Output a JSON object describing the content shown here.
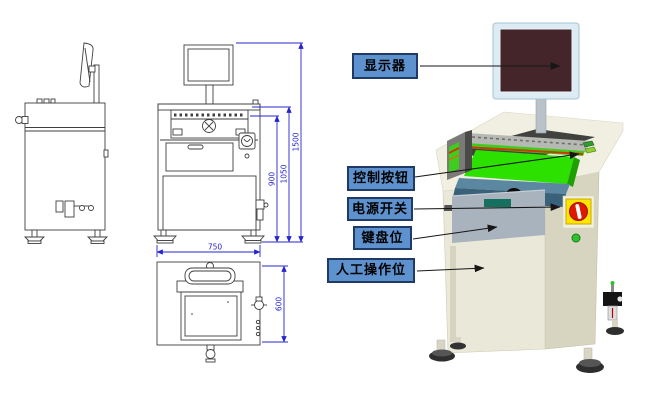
{
  "diagram": {
    "callouts": {
      "monitor": "显示器",
      "control_buttons": "控制按钮",
      "power_switch": "电源开关",
      "keyboard_position": "键盘位",
      "manual_operation_position": "人工操作位"
    },
    "dimensions_mm": {
      "overall_height": "1500",
      "conveyor_height": "1050",
      "table_height": "900",
      "width": "750",
      "depth": "600"
    },
    "colors": {
      "callout_fill": "#5e92cf",
      "callout_border": "#1f3a66",
      "dimension_line": "#2424cc",
      "drawing_line": "#3f3f3f",
      "machine_body": "#eae8d8",
      "conveyor_green": "#2ce000",
      "deck_teal": "#4a768e",
      "screen_maroon": "#44252a",
      "switch_yellow": "#ffe400",
      "switch_red": "#e01800",
      "indicator_green": "#2ec22e"
    }
  }
}
